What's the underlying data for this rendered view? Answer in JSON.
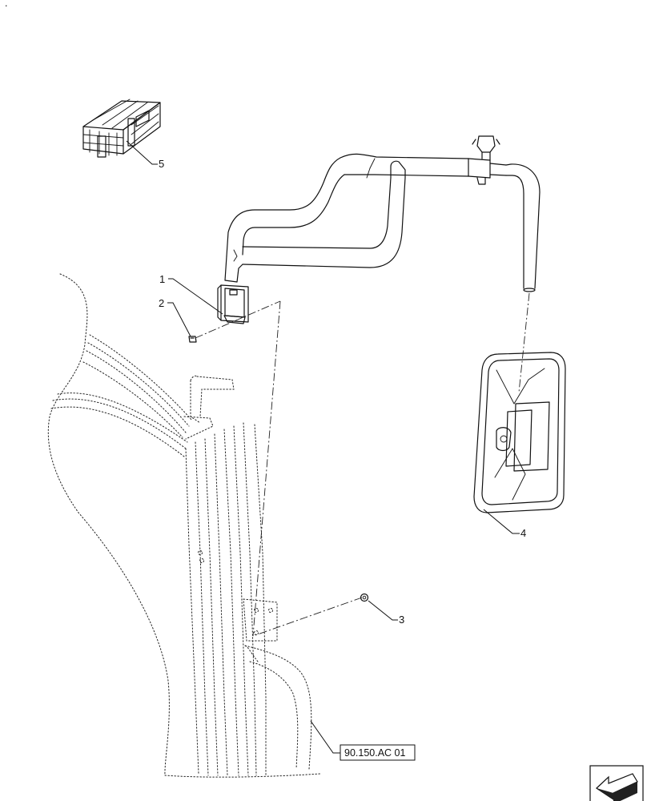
{
  "figure": {
    "corner_mark": ".",
    "callouts": [
      {
        "number": "1"
      },
      {
        "number": "2"
      },
      {
        "number": "3"
      },
      {
        "number": "4"
      },
      {
        "number": "5"
      }
    ],
    "reference": {
      "label": "90.150.AC 01"
    },
    "nav_icon": "arrow-navigation-icon",
    "parts": {
      "kit_box": "kit-box-icon",
      "mirror_arm": "mirror-arm-tube",
      "mounting_bracket": "mounting-bracket",
      "bolt": "bolt",
      "nut": "nut",
      "mirror": "rectangular-mirror",
      "cab_pillar": "cab-pillar-outline"
    }
  }
}
